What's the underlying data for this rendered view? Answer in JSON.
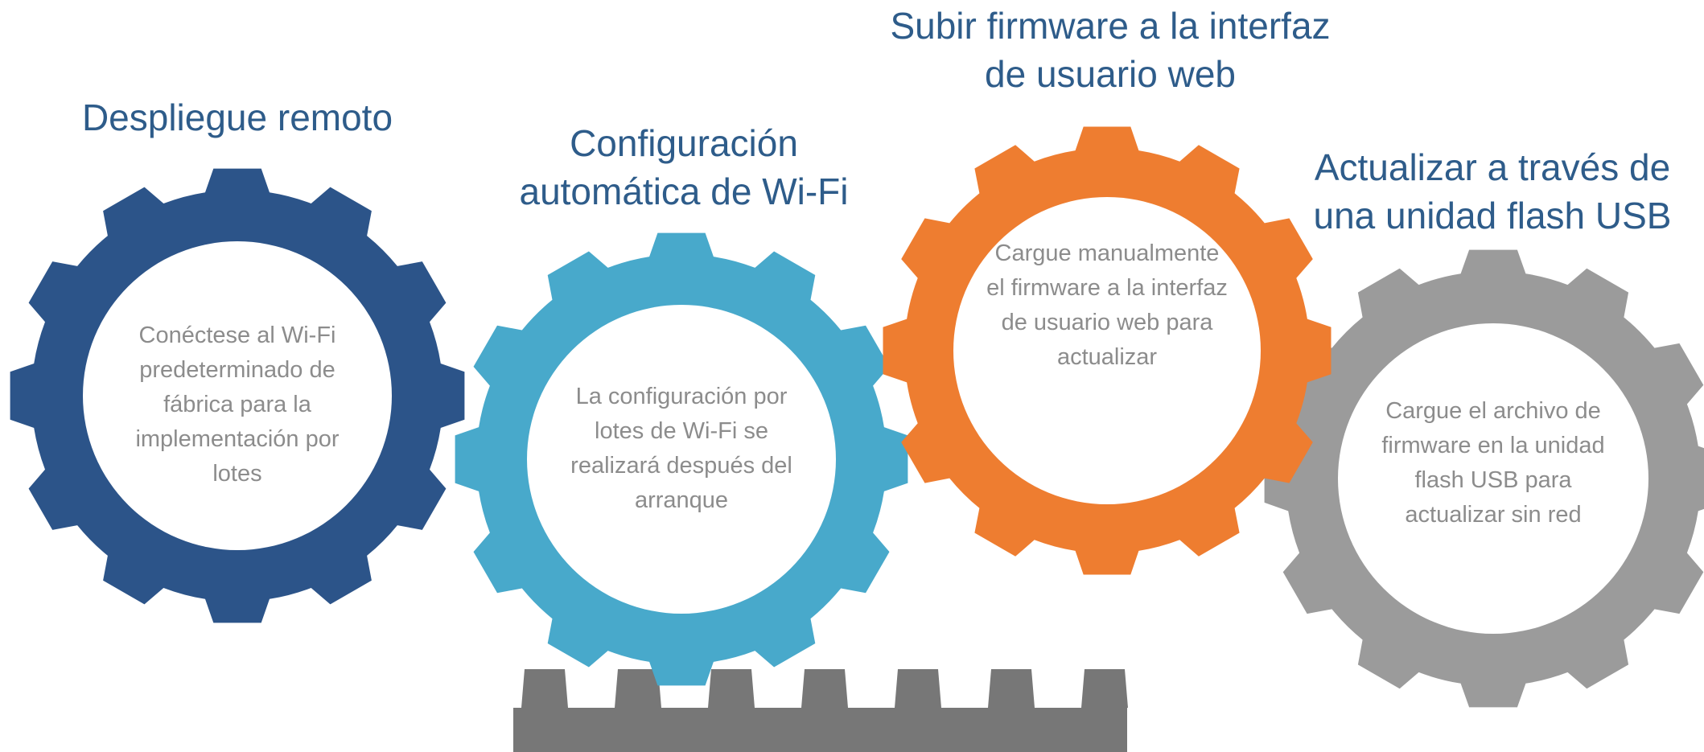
{
  "colors": {
    "title_text": "#2e5c8a",
    "description_text": "#8c8c8c",
    "rack": "#777777",
    "background": "#ffffff"
  },
  "gears": [
    {
      "color": "#2c5489",
      "title": "Despliegue remoto",
      "description": "Conéctese al Wi-Fi predeterminado de fábrica para la implementación por lotes"
    },
    {
      "color": "#48a9cb",
      "title": "Configuración automática de Wi-Fi",
      "description": "La configuración por lotes de Wi-Fi se realizará después del arranque"
    },
    {
      "color": "#ee7d30",
      "title": "Subir firmware a la interfaz de usuario web",
      "description": "Cargue manualmente el firmware a la interfaz de usuario web para actualizar"
    },
    {
      "color": "#9b9b9b",
      "title": "Actualizar a través de una unidad flash USB",
      "description": "Cargue el archivo de firmware en la unidad flash USB para actualizar sin red"
    }
  ]
}
